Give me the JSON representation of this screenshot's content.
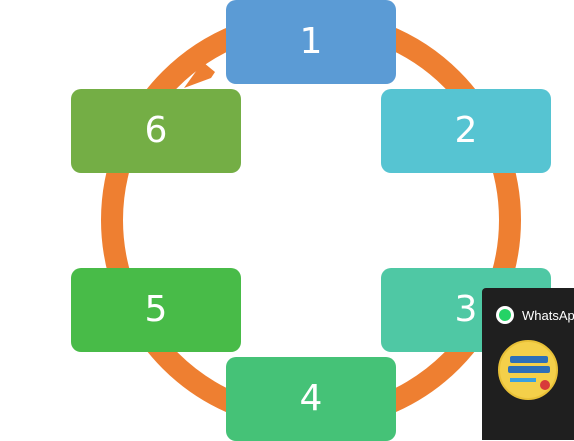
{
  "diagram": {
    "steps": [
      {
        "label": "1",
        "color": "#5b9bd5"
      },
      {
        "label": "2",
        "color": "#56c4d2"
      },
      {
        "label": "3",
        "color": "#4fc8a4"
      },
      {
        "label": "4",
        "color": "#45c277"
      },
      {
        "label": "5",
        "color": "#48bb48"
      },
      {
        "label": "6",
        "color": "#74ae45"
      }
    ],
    "arrow_color": "#ee7f31"
  },
  "notification": {
    "app_name": "WhatsApp",
    "accent": "#25d366",
    "thumbnail_icon": "promo-image-icon"
  }
}
